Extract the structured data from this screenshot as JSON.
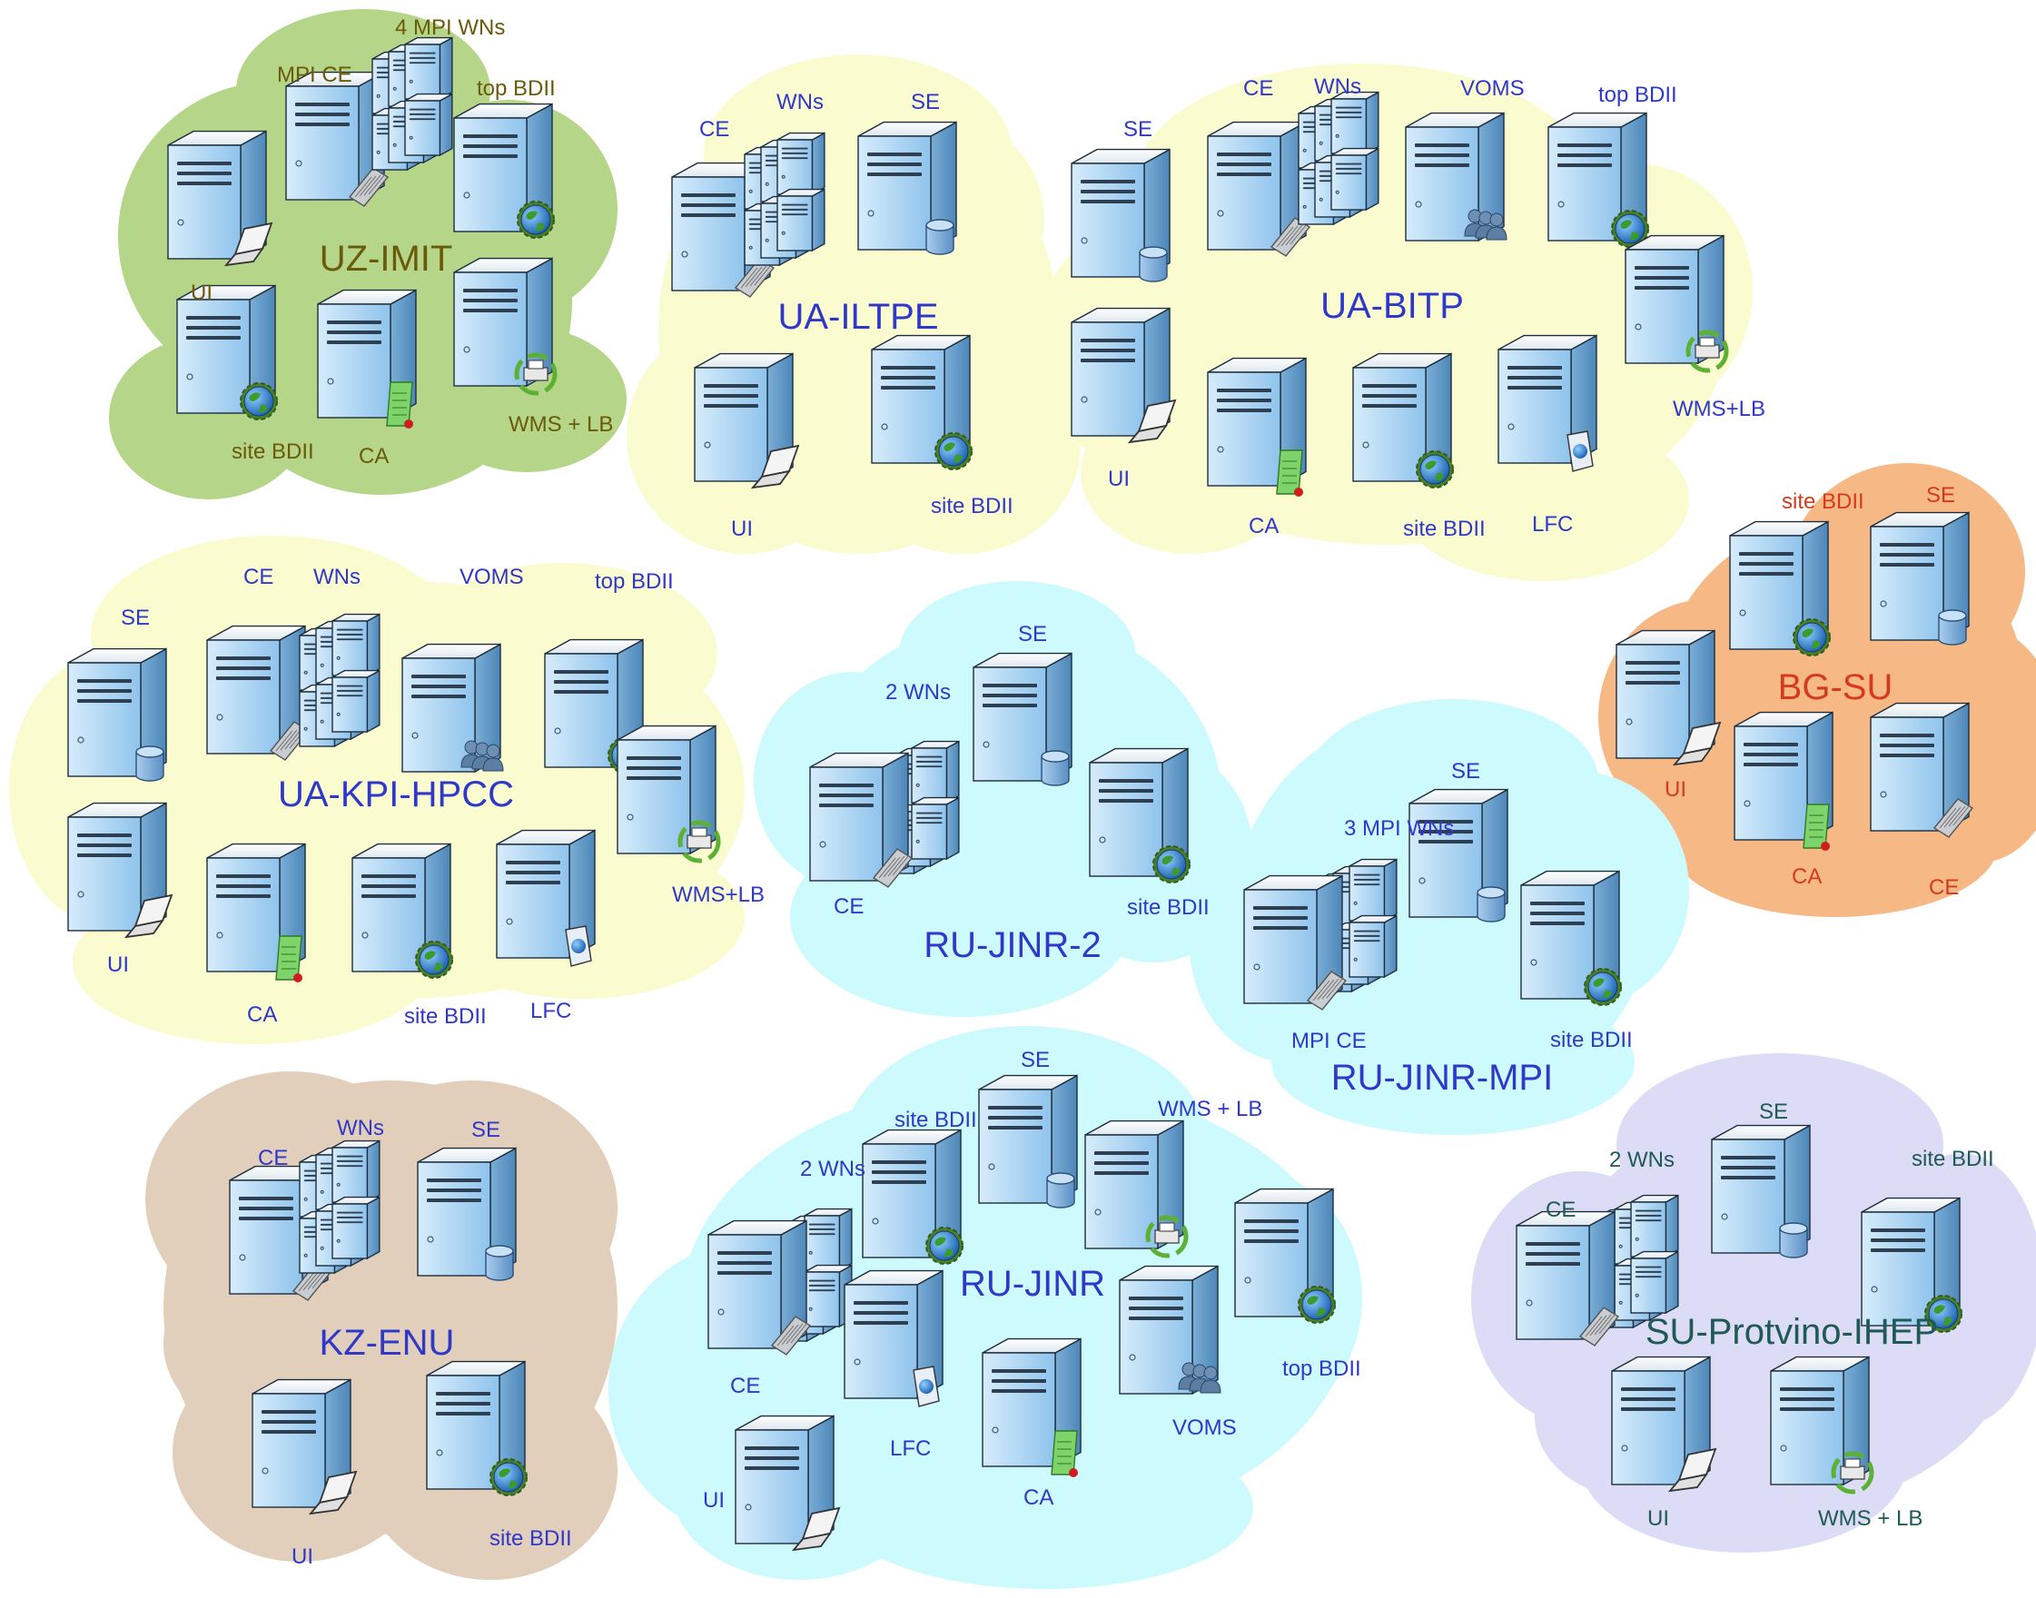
{
  "colors": {
    "green_fill": "#b5d588",
    "yellow_fill": "#fbfbd0",
    "orange_fill": "#f6b986",
    "cyan_fill": "#ccfafd",
    "tan_fill": "#e2cfbb",
    "lavender_fill": "#dcdcf6",
    "label_olive": "#6b5a0a",
    "label_blue": "#3038c8",
    "label_red": "#d43a1e",
    "label_teal": "#1f5a56",
    "label_navy": "#23307a"
  },
  "sites": [
    {
      "name": "UZ-IMIT",
      "fill": "green",
      "color": "olive",
      "servers": [
        {
          "label": "UI",
          "badge": "laptop-icon"
        },
        {
          "label": "MPI CE",
          "badge": "keypad-icon"
        },
        {
          "label": "4 MPI WNs",
          "badge": "worker-nodes-icon"
        },
        {
          "label": "top BDII",
          "badge": "globe-icon"
        },
        {
          "label": "site BDII",
          "badge": "globe-icon"
        },
        {
          "label": "CA",
          "badge": "certificate-icon"
        },
        {
          "label": "WMS + LB",
          "badge": "printer-icon"
        }
      ]
    },
    {
      "name": "UA-ILTPE",
      "fill": "yellow",
      "color": "blue",
      "servers": [
        {
          "label": "CE",
          "badge": "keypad-icon"
        },
        {
          "label": "WNs",
          "badge": "worker-nodes-icon"
        },
        {
          "label": "SE",
          "badge": "database-icon"
        },
        {
          "label": "UI",
          "badge": "laptop-icon"
        },
        {
          "label": "site BDII",
          "badge": "globe-icon"
        }
      ]
    },
    {
      "name": "UA-BITP",
      "fill": "yellow",
      "color": "blue",
      "servers": [
        {
          "label": "SE",
          "badge": "database-icon"
        },
        {
          "label": "CE",
          "badge": "keypad-icon"
        },
        {
          "label": "WNs",
          "badge": "worker-nodes-icon"
        },
        {
          "label": "VOMS",
          "badge": "users-icon"
        },
        {
          "label": "top BDII",
          "badge": "globe-icon"
        },
        {
          "label": "WMS+LB",
          "badge": "printer-icon"
        },
        {
          "label": "UI",
          "badge": "laptop-icon"
        },
        {
          "label": "CA",
          "badge": "certificate-icon"
        },
        {
          "label": "site BDII",
          "badge": "globe-icon"
        },
        {
          "label": "LFC",
          "badge": "file-catalog-icon"
        }
      ]
    },
    {
      "name": "BG-SU",
      "fill": "orange",
      "color": "red",
      "servers": [
        {
          "label": "site BDII",
          "badge": "globe-icon"
        },
        {
          "label": "SE",
          "badge": "database-icon"
        },
        {
          "label": "UI",
          "badge": "laptop-icon"
        },
        {
          "label": "CA",
          "badge": "certificate-icon"
        },
        {
          "label": "CE",
          "badge": "keypad-icon"
        }
      ]
    },
    {
      "name": "UA-KPI-HPCC",
      "fill": "yellow",
      "color": "blue",
      "servers": [
        {
          "label": "SE",
          "badge": "database-icon"
        },
        {
          "label": "CE",
          "badge": "keypad-icon"
        },
        {
          "label": "WNs",
          "badge": "worker-nodes-icon"
        },
        {
          "label": "VOMS",
          "badge": "users-icon"
        },
        {
          "label": "top BDII",
          "badge": "globe-icon"
        },
        {
          "label": "WMS+LB",
          "badge": "printer-icon"
        },
        {
          "label": "UI",
          "badge": "laptop-icon"
        },
        {
          "label": "CA",
          "badge": "certificate-icon"
        },
        {
          "label": "site BDII",
          "badge": "globe-icon"
        },
        {
          "label": "LFC",
          "badge": "file-catalog-icon"
        }
      ]
    },
    {
      "name": "RU-JINR-2",
      "fill": "cyan",
      "color": "blue",
      "servers": [
        {
          "label": "SE",
          "badge": "database-icon"
        },
        {
          "label": "2 WNs",
          "badge": "worker-nodes-icon"
        },
        {
          "label": "CE",
          "badge": "keypad-icon"
        },
        {
          "label": "site BDII",
          "badge": "globe-icon"
        }
      ]
    },
    {
      "name": "RU-JINR-MPI",
      "fill": "cyan",
      "color": "blue",
      "servers": [
        {
          "label": "SE",
          "badge": "database-icon"
        },
        {
          "label": "3 MPI WNs",
          "badge": "worker-nodes-icon"
        },
        {
          "label": "MPI CE",
          "badge": "keypad-icon"
        },
        {
          "label": "site BDII",
          "badge": "globe-icon"
        }
      ]
    },
    {
      "name": "KZ-ENU",
      "fill": "tan",
      "color": "blue",
      "servers": [
        {
          "label": "CE",
          "badge": "keypad-icon"
        },
        {
          "label": "WNs",
          "badge": "worker-nodes-icon"
        },
        {
          "label": "SE",
          "badge": "database-icon"
        },
        {
          "label": "UI",
          "badge": "laptop-icon"
        },
        {
          "label": "site BDII",
          "badge": "globe-icon"
        }
      ]
    },
    {
      "name": "RU-JINR",
      "fill": "cyan",
      "color": "blue",
      "servers": [
        {
          "label": "SE",
          "badge": "database-icon"
        },
        {
          "label": "site BDII",
          "badge": "globe-icon"
        },
        {
          "label": "WMS + LB",
          "badge": "printer-icon"
        },
        {
          "label": "2 WNs",
          "badge": "worker-nodes-icon"
        },
        {
          "label": "CE",
          "badge": "keypad-icon"
        },
        {
          "label": "LFC",
          "badge": "file-catalog-icon"
        },
        {
          "label": "VOMS",
          "badge": "users-icon"
        },
        {
          "label": "top BDII",
          "badge": "globe-icon"
        },
        {
          "label": "UI",
          "badge": "laptop-icon"
        },
        {
          "label": "CA",
          "badge": "certificate-icon"
        }
      ]
    },
    {
      "name": "SU-Protvino-IHEP",
      "fill": "lavender",
      "color": "teal",
      "servers": [
        {
          "label": "SE",
          "badge": "database-icon"
        },
        {
          "label": "2 WNs",
          "badge": "worker-nodes-icon"
        },
        {
          "label": "site BDII",
          "badge": "globe-icon"
        },
        {
          "label": "CE",
          "badge": "keypad-icon"
        },
        {
          "label": "UI",
          "badge": "laptop-icon"
        },
        {
          "label": "WMS + LB",
          "badge": "printer-icon"
        }
      ]
    }
  ]
}
